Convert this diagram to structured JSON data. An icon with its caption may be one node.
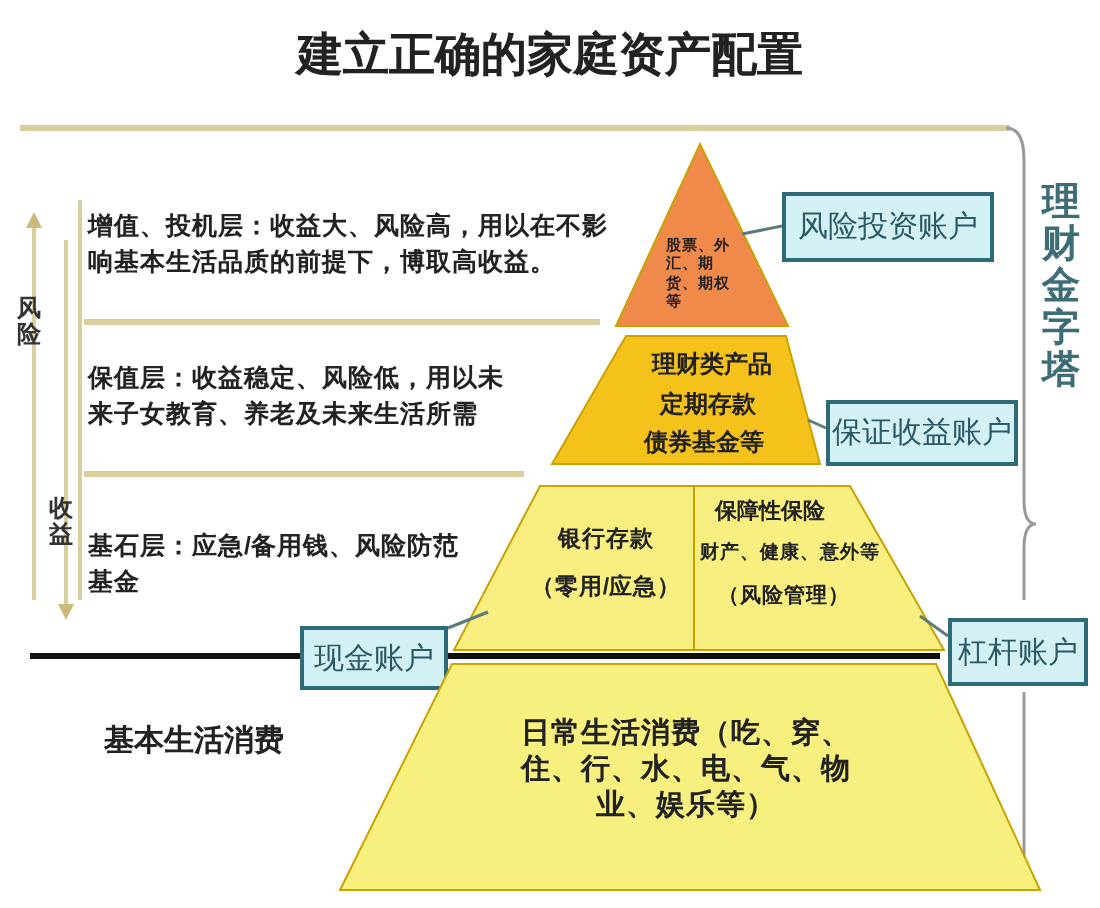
{
  "diagram": {
    "title": "建立正确的家庭资产配置",
    "nodes": [
      {
        "text": [
          "股票、外汇、期货、期权等"
        ]
      },
      {
        "text": [
          "风险投资账户"
        ]
      },
      {
        "text": [
          "理财类产品",
          "定期存款",
          "债券基金等"
        ]
      },
      {
        "text": [
          "保证收益账户"
        ]
      },
      {
        "text": [
          "银行存款",
          "（零用/应急）"
        ]
      },
      {
        "text": [
          "保障性保险",
          "财产、健康、意外等",
          "（风险管理）"
        ]
      },
      {
        "text": [
          "现金账户"
        ]
      },
      {
        "text": [
          "杠杆账户"
        ]
      },
      {
        "text": [
          "日常生活消费（吃、穿、住、行、水、电、气、物业、娱乐等）"
        ]
      }
    ],
    "edges": [
      {
        "from": 1,
        "to": 0,
        "arrow": "none"
      },
      {
        "from": 3,
        "to": 2,
        "arrow": "none"
      },
      {
        "from": 6,
        "to": 4,
        "arrow": "none"
      },
      {
        "from": 7,
        "to": 5,
        "arrow": "none"
      }
    ],
    "labels": [
      "增值、投机层：收益大、风险高，用以在不影响基本生活品质的前提下，博取高收益。",
      "风险",
      "保值层：收益稳定、风险低，用以未来子女教育、养老及未来生活所需",
      "收益",
      "基石层：应急/备用钱、风险防范基金",
      "基本生活消费",
      "理财金字塔"
    ]
  }
}
